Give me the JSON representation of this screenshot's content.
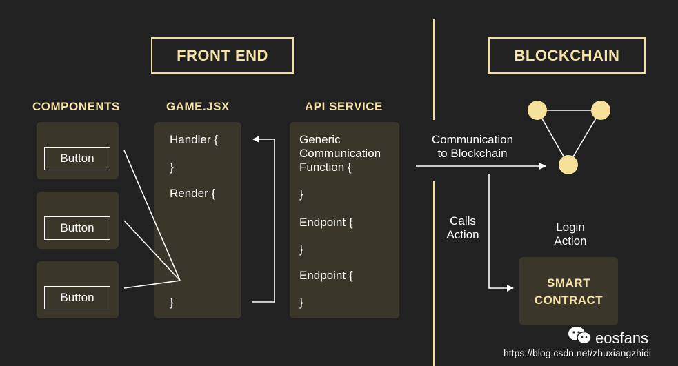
{
  "sections": {
    "front_end": "FRONT END",
    "blockchain": "BLOCKCHAIN"
  },
  "columns": {
    "components": "COMPONENTS",
    "game_jsx": "GAME.JSX",
    "api_service": "API SERVICE"
  },
  "components": {
    "buttons": [
      "Button",
      "Button",
      "Button"
    ]
  },
  "game_jsx": {
    "lines": [
      "Handler {",
      "}",
      "Render {",
      "}"
    ]
  },
  "api_service": {
    "lines": [
      "Generic",
      "Communication",
      "Function {",
      "}",
      "Endpoint {",
      "}",
      "Endpoint {",
      "}"
    ]
  },
  "blockchain": {
    "communication_label": [
      "Communication",
      "to Blockchain"
    ],
    "calls_action_label": [
      "Calls",
      "Action"
    ],
    "login_action_label": [
      "Login",
      "Action"
    ],
    "smart_contract": [
      "SMART",
      "CONTRACT"
    ]
  },
  "watermark": {
    "brand": "eosfans",
    "url": "https://blog.csdn.net/zhuxiangzhidi"
  },
  "colors": {
    "background": "#212121",
    "accent": "#f2dd9a",
    "panel": "#3a3629",
    "node": "#f6e19a"
  }
}
